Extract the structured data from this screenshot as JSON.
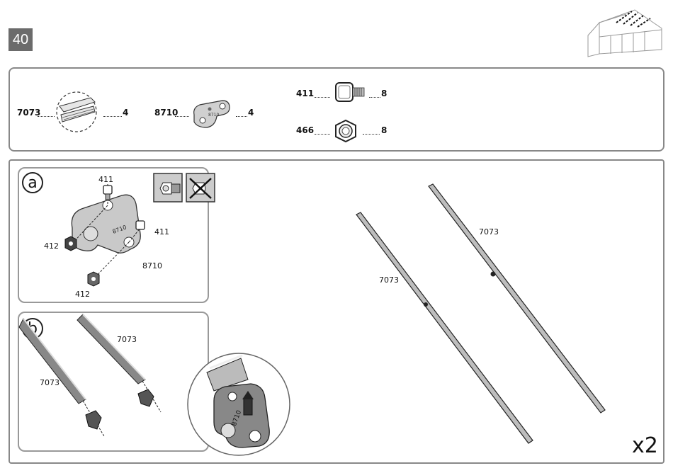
{
  "step": {
    "number": "40"
  },
  "parts": [
    {
      "code": "7073",
      "qty": "4"
    },
    {
      "code": "8710",
      "qty": "4"
    },
    {
      "code": "411",
      "qty": "8"
    },
    {
      "code": "466",
      "qty": "8"
    }
  ],
  "detail_a": {
    "letter": "a",
    "labels": {
      "bolt_top": "411",
      "bolt_right": "411",
      "nut_left": "412",
      "nut_bottom": "412",
      "bracket": "8710"
    },
    "bracket_text": "8710"
  },
  "detail_b": {
    "letter": "b",
    "labels": {
      "bar_left": "7073",
      "bar_right": "7073"
    },
    "zoom_text": "8710"
  },
  "main": {
    "bar_left_label": "7073",
    "bar_right_label": "7073",
    "multiplier": "x2"
  }
}
